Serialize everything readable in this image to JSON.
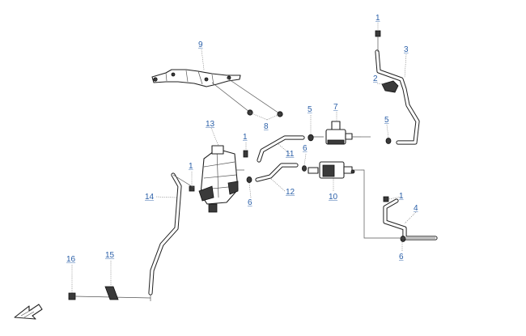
{
  "callouts": {
    "c1a": "1",
    "c1b": "1",
    "c1c": "1",
    "c1d": "1",
    "c2": "2",
    "c3": "3",
    "c4": "4",
    "c5a": "5",
    "c5b": "5",
    "c6a": "6",
    "c6b": "6",
    "c6c": "6",
    "c7": "7",
    "c8": "8",
    "c9": "9",
    "c10": "10",
    "c11": "11",
    "c12": "12",
    "c13": "13",
    "c14": "14",
    "c15": "15",
    "c16": "16"
  },
  "colors": {
    "callout": "#2a5fa8",
    "line": "#222222",
    "leader": "#7a7a7a"
  },
  "icons": {
    "orientation": "front-arrow-icon"
  }
}
